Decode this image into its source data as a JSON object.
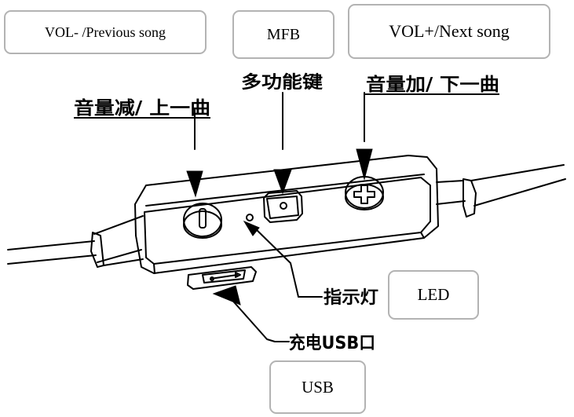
{
  "labels": {
    "vol_minus_en": "VOL- /Previous song",
    "mfb_en": "MFB",
    "vol_plus_en": "VOL+/Next song",
    "led_en": "LED",
    "usb_en": "USB",
    "vol_minus_cn": "音量减/ 上一曲",
    "mfb_cn": "多功能键",
    "vol_plus_cn": "音量加/ 下一曲",
    "led_cn": "指示灯",
    "usb_cn": "充电USB口"
  }
}
